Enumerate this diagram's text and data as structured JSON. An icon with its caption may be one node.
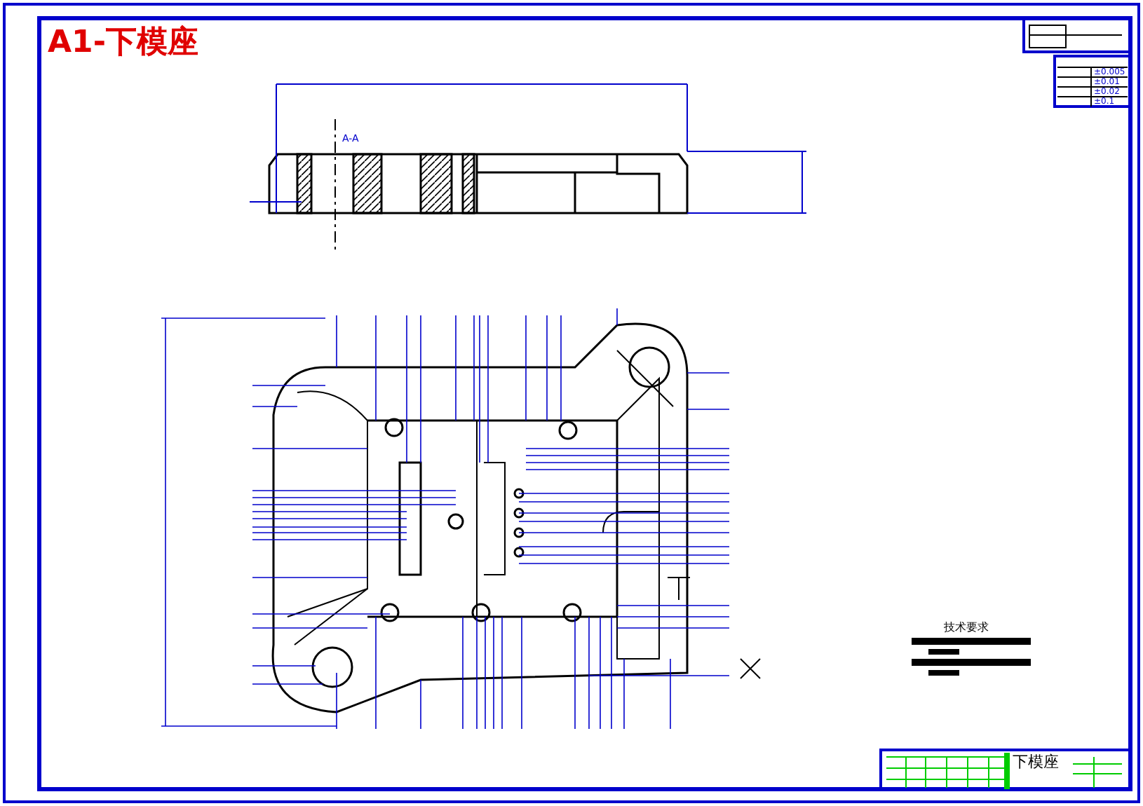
{
  "diagram": {
    "title": "A1-下模座",
    "labels": [
      "A-A",
      "技术要求",
      "±0.005",
      "±0.01",
      "±0.02",
      "±0.1",
      "下模座"
    ]
  }
}
